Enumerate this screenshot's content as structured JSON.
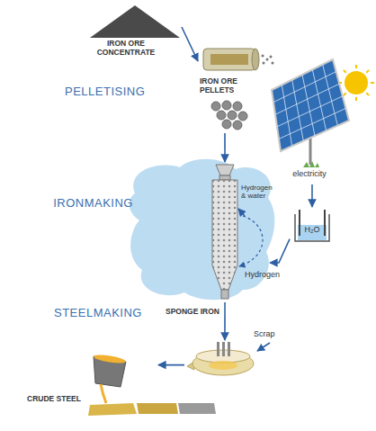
{
  "diagram": {
    "nodes": [
      {
        "text": [
          "IRON ORE CONCENTRATE"
        ]
      },
      {
        "text": [
          "IRON ORE PELLETS"
        ]
      },
      {
        "text": [
          "electricity"
        ]
      },
      {
        "text": [
          "H₂O"
        ]
      },
      {
        "text": [
          "IRONMAKING"
        ]
      },
      {
        "text": [
          "STEELMAKING"
        ]
      },
      {
        "text": [
          "CRUDE STEEL"
        ]
      }
    ],
    "edges": [
      {
        "from": 0,
        "to": 1,
        "arrow": "to"
      },
      {
        "from": 1,
        "to": 4,
        "arrow": "to"
      },
      {
        "from": 2,
        "to": 3,
        "arrow": "to"
      },
      {
        "from": 3,
        "to": 4,
        "label": "Hydrogen",
        "arrow": "to"
      },
      {
        "from": 4,
        "to": 5,
        "label": "SPONGE IRON",
        "arrow": "to"
      },
      {
        "from": 5,
        "to": 6,
        "arrow": "to"
      }
    ],
    "labels": [
      "PELLETISING",
      "Hydrogen & water",
      "Scrap"
    ]
  }
}
